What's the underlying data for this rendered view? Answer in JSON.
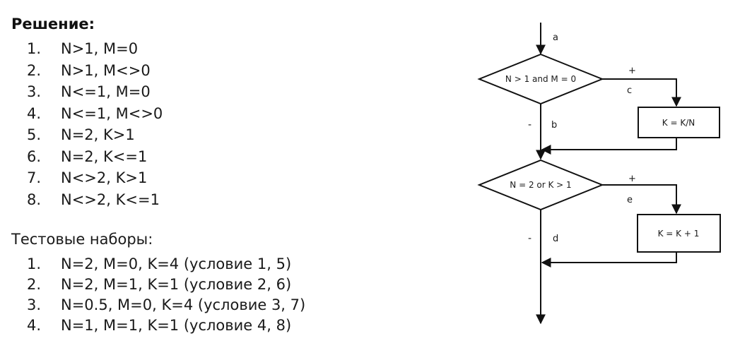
{
  "solution": {
    "heading": "Решение:",
    "conditions": [
      {
        "num": "1.",
        "text": "N>1, M=0"
      },
      {
        "num": "2.",
        "text": "N>1, M<>0"
      },
      {
        "num": "3.",
        "text": "N<=1, M=0"
      },
      {
        "num": "4.",
        "text": "N<=1, M<>0"
      },
      {
        "num": "5.",
        "text": "N=2, K>1"
      },
      {
        "num": "6.",
        "text": "N=2, K<=1"
      },
      {
        "num": "7.",
        "text": "N<>2, K>1"
      },
      {
        "num": "8.",
        "text": "N<>2, K<=1"
      }
    ]
  },
  "tests": {
    "heading": "Тестовые наборы:",
    "items": [
      {
        "num": "1.",
        "text": "N=2, M=0, K=4 (условие 1, 5)"
      },
      {
        "num": "2.",
        "text": "N=2, M=1, K=1 (условие 2, 6)"
      },
      {
        "num": "3.",
        "text": "N=0.5, M=0, K=4 (условие 3, 7)"
      },
      {
        "num": "4.",
        "text": "N=1, M=1, K=1 (условие 4, 8)"
      }
    ]
  },
  "flowchart": {
    "decision1": "N > 1 and M = 0",
    "process1": "K = K/N",
    "decision2": "N  = 2 or K > 1",
    "process2": "K = K + 1",
    "edge_a": "a",
    "edge_b": "b",
    "edge_c": "c",
    "edge_d": "d",
    "edge_e": "e",
    "yes_mark": "+",
    "no_mark": "-"
  }
}
